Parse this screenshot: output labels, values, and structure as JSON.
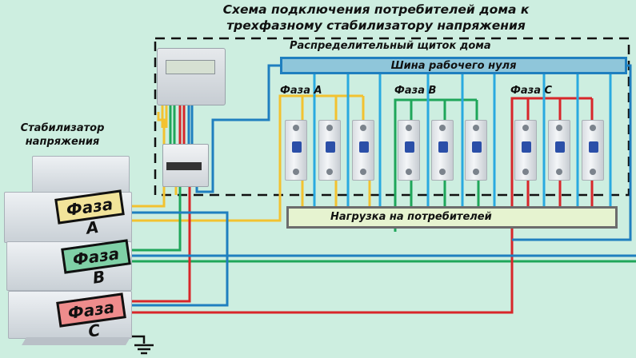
{
  "title": {
    "line1": "Схема подключения потребителей дома к",
    "line2": "трехфазному стабилизатору напряжения"
  },
  "stabilizer": {
    "label_line1": "Стабилизатор",
    "label_line2": "напряжения",
    "phases": [
      {
        "label": "Фаза A",
        "color": "#f2e49a"
      },
      {
        "label": "Фаза B",
        "color": "#7fd0a6"
      },
      {
        "label": "Фаза C",
        "color": "#ee8c8c"
      }
    ]
  },
  "panel": {
    "label": "Распределительный щиток дома",
    "neutral_bus_label": "Шина рабочего нуля",
    "load_label": "Нагрузка на потребителей",
    "groups": [
      {
        "label": "Фаза A",
        "wire_color": "#f2c230",
        "breakers": 3
      },
      {
        "label": "Фаза B",
        "wire_color": "#1fa65a",
        "breakers": 3
      },
      {
        "label": "Фаза C",
        "wire_color": "#d8262a",
        "breakers": 3
      }
    ]
  },
  "colors": {
    "background": "#cdeee0",
    "neutral": "#1f7fbf",
    "neutral_light": "#29a9e0",
    "phase_a": "#f2c230",
    "phase_b": "#1fa65a",
    "phase_c": "#d8262a"
  }
}
